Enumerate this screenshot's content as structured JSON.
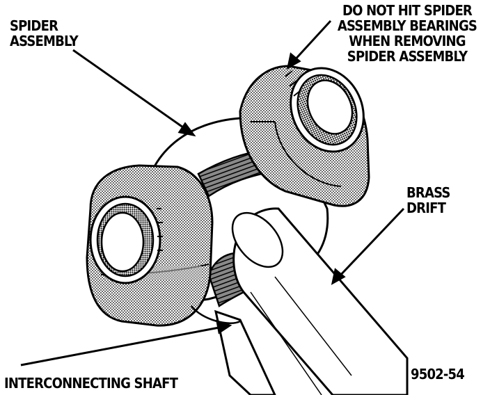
{
  "labels": {
    "spider_assembly": [
      "SPIDER",
      "ASSEMBLY"
    ],
    "warning": [
      "DO NOT HIT SPIDER",
      "ASSEMBLY BEARINGS",
      "WHEN REMOVING",
      "SPIDER ASSEMBLY"
    ],
    "brass_drift": [
      "BRASS",
      "DRIFT"
    ],
    "interconnecting_shaft": "INTERCONNECTING SHAFT",
    "figure_number": "9502-54"
  },
  "colors": {
    "ink": "#000000",
    "paper": "#ffffff",
    "shade": "#b5b5b5",
    "dark_shade": "#6a6a6a"
  }
}
